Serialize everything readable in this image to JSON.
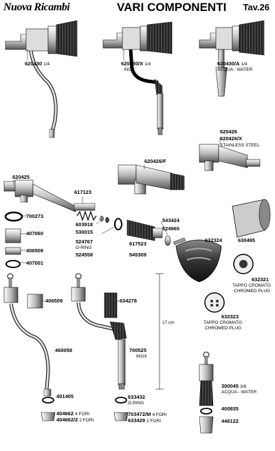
{
  "header": {
    "brand": "Nuova Ricambi",
    "title": "VARI COMPONENTI",
    "table": "Tav.26"
  },
  "parts": [
    {
      "code": "620430",
      "note": "1/4"
    },
    {
      "code": "620430/X",
      "note": "1/4",
      "desc": "INOX"
    },
    {
      "code": "620430/A",
      "note": "1/4",
      "desc": "ACQUA - WATER"
    },
    {
      "code": "620426"
    },
    {
      "code": "620426/X",
      "desc": "STAINLESS STEEL"
    },
    {
      "code": "620426/F"
    },
    {
      "code": "620425"
    },
    {
      "code": "617123"
    },
    {
      "code": "700273"
    },
    {
      "code": "407060"
    },
    {
      "code": "406508"
    },
    {
      "code": "407001"
    },
    {
      "code": "603918"
    },
    {
      "code": "530015"
    },
    {
      "code": "524767",
      "desc": "O-RING"
    },
    {
      "code": "524558"
    },
    {
      "code": "617523"
    },
    {
      "code": "545309"
    },
    {
      "code": "543424"
    },
    {
      "code": "524965"
    },
    {
      "code": "632324"
    },
    {
      "code": "630495"
    },
    {
      "code": "632321",
      "desc": "TAPPO CROMATO",
      "desc2": "CHROMED PLUG"
    },
    {
      "code": "632323",
      "desc": "TAPPO CROMATO",
      "desc2": "CHROMED PLUG"
    },
    {
      "code": "406509"
    },
    {
      "code": "634278"
    },
    {
      "code": "460058"
    },
    {
      "code": "700525",
      "desc": "INOX"
    },
    {
      "code": "401405"
    },
    {
      "code": "404662",
      "note": "4 FORI"
    },
    {
      "code": "404662/2",
      "note": "2 FORI"
    },
    {
      "code": "633432",
      "desc": "O-RING"
    },
    {
      "code": "703472/M",
      "note": "4 FORI"
    },
    {
      "code": "633429",
      "note": "2 FORI"
    },
    {
      "code": "300045",
      "note": "3/8",
      "desc": "ACQUA - WATER"
    },
    {
      "code": "400835"
    },
    {
      "code": "446122"
    }
  ],
  "dimension": "17 cm"
}
